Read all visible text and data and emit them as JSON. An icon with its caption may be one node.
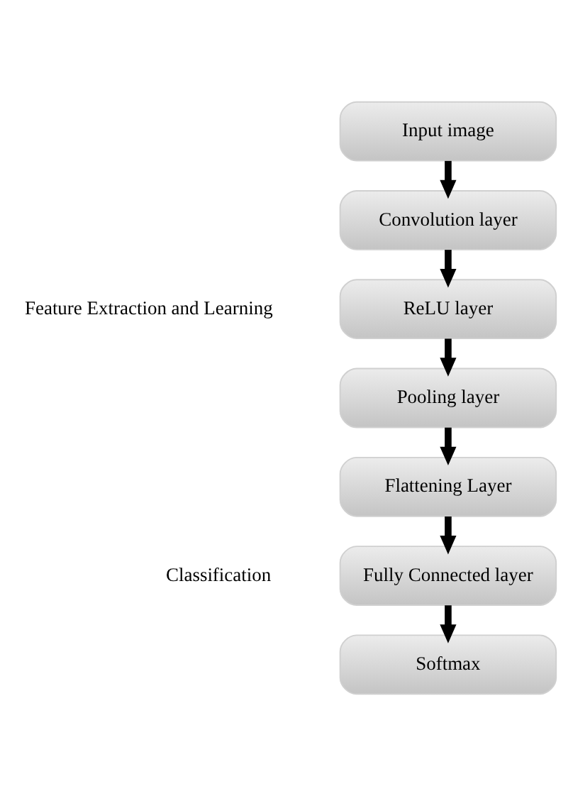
{
  "diagram": {
    "nodes": [
      {
        "text": [
          "Input image"
        ]
      },
      {
        "text": [
          "Convolution layer"
        ]
      },
      {
        "text": [
          "ReLU layer"
        ]
      },
      {
        "text": [
          "Pooling layer"
        ]
      },
      {
        "text": [
          "Flattening Layer"
        ]
      },
      {
        "text": [
          "Fully Connected layer"
        ]
      },
      {
        "text": [
          "Softmax"
        ]
      }
    ],
    "edges": [
      {
        "from": 0,
        "to": 1,
        "arrow": "to"
      },
      {
        "from": 1,
        "to": 2,
        "arrow": "to"
      },
      {
        "from": 2,
        "to": 3,
        "arrow": "to"
      },
      {
        "from": 3,
        "to": 4,
        "arrow": "to"
      },
      {
        "from": 4,
        "to": 5,
        "arrow": "to"
      },
      {
        "from": 5,
        "to": 6,
        "arrow": "to"
      }
    ],
    "labels": [
      "Feature Extraction and Learning",
      "Classification"
    ]
  }
}
